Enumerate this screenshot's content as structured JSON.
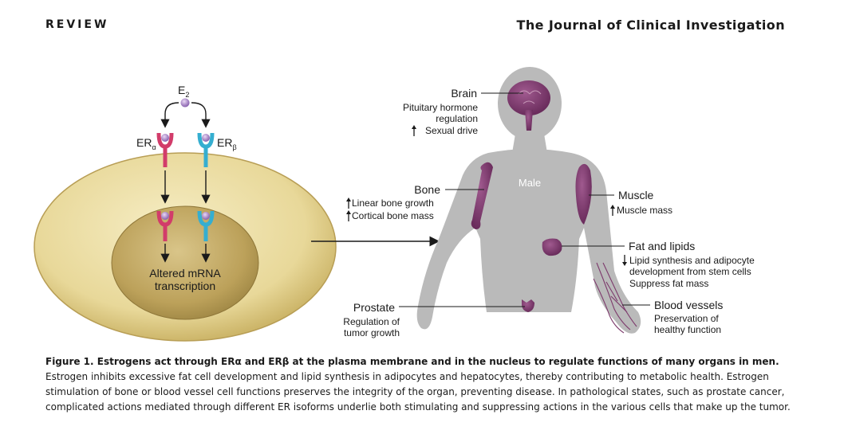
{
  "header": {
    "section": "REVIEW",
    "journal": "The Journal of Clinical Investigation"
  },
  "figure": {
    "ligand": "E",
    "ligand_sub": "2",
    "er_alpha": "ER",
    "er_alpha_sub": "α",
    "er_beta": "ER",
    "er_beta_sub": "β",
    "nucleus_line1": "Altered mRNA",
    "nucleus_line2": "transcription",
    "body_label": "Male",
    "organs": {
      "brain": {
        "title": "Brain",
        "line1": "Pituitary hormone",
        "line2": "regulation",
        "line3": "Sexual drive"
      },
      "bone": {
        "title": "Bone",
        "line1": "Linear bone growth",
        "line2": "Cortical bone mass"
      },
      "muscle": {
        "title": "Muscle",
        "line1": "Muscle mass"
      },
      "fat": {
        "title": "Fat and lipids",
        "line1": "Lipid synthesis and adipocyte",
        "line2": "development from stem cells",
        "line3": "Suppress fat mass"
      },
      "prostate": {
        "title": "Prostate",
        "line1": "Regulation of",
        "line2": "tumor growth"
      },
      "vessels": {
        "title": "Blood vessels",
        "line1": "Preservation of",
        "line2": "healthy function"
      }
    },
    "colors": {
      "cell_outer": "#eadca0",
      "nucleus": "#bfa65c",
      "er_alpha": "#d23c6a",
      "er_beta": "#35aed0",
      "ligand": "#a98bc8",
      "silhouette": "#bababa",
      "organ": "#7d3a6c"
    }
  },
  "caption": {
    "bold": "Figure 1. Estrogens act through ERα and ERβ at the plasma membrane and in the nucleus to regulate functions of many organs in men.",
    "text": " Estrogen inhibits excessive fat cell development and lipid synthesis in adipocytes and hepatocytes, thereby contributing to metabolic health. Estrogen stimulation of bone or blood vessel cell functions preserves the integrity of the organ, preventing disease. In pathological states, such as prostate cancer, complicated actions mediated through different ER isoforms underlie both stimulating and suppressing actions in the various cells that make up the tumor."
  }
}
